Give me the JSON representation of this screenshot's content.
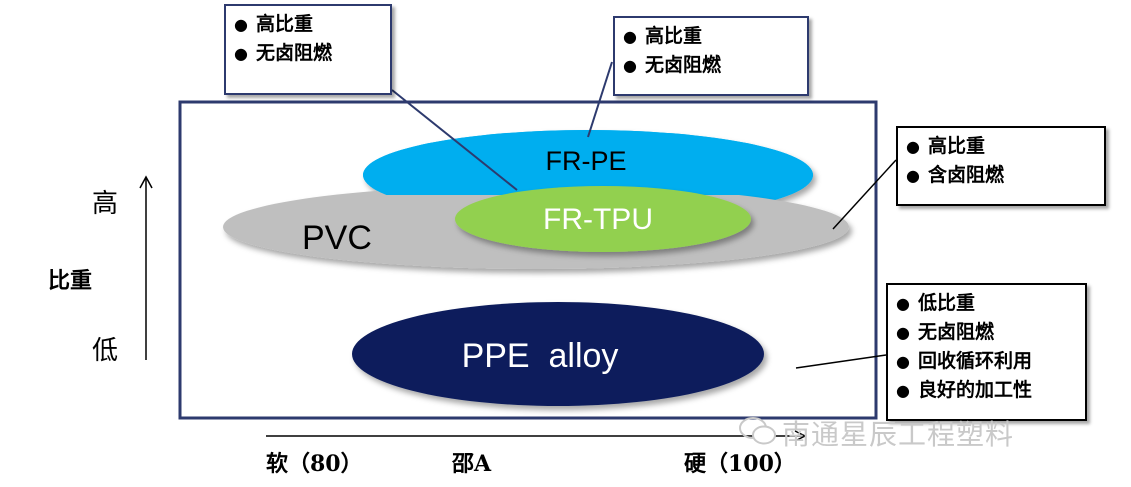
{
  "materials": {
    "fr_pe": "FR-PE",
    "pvc": "PVC",
    "fr_tpu": "FR-TPU",
    "ppe": "PPE  alloy"
  },
  "callouts": {
    "tpu": [
      "高比重",
      "无卤阻燃"
    ],
    "pe": [
      "高比重",
      "无卤阻燃"
    ],
    "pvc": [
      "高比重",
      "含卤阻燃"
    ],
    "ppe": [
      "低比重",
      "无卤阻燃",
      "回收循环利用",
      "良好的加工性"
    ]
  },
  "y_axis": {
    "high": "高",
    "label": "比重",
    "low": "低"
  },
  "x_axis": {
    "soft": "软（80）",
    "label": "邵A",
    "hard": "硬（100）"
  },
  "watermark": "南通星辰工程塑料",
  "colors": {
    "frame": "#2d3a6e",
    "fr_pe": "#00aeef",
    "pvc": "#bfbfbf",
    "fr_tpu": "#92d050",
    "ppe": "#0d1f5c"
  }
}
